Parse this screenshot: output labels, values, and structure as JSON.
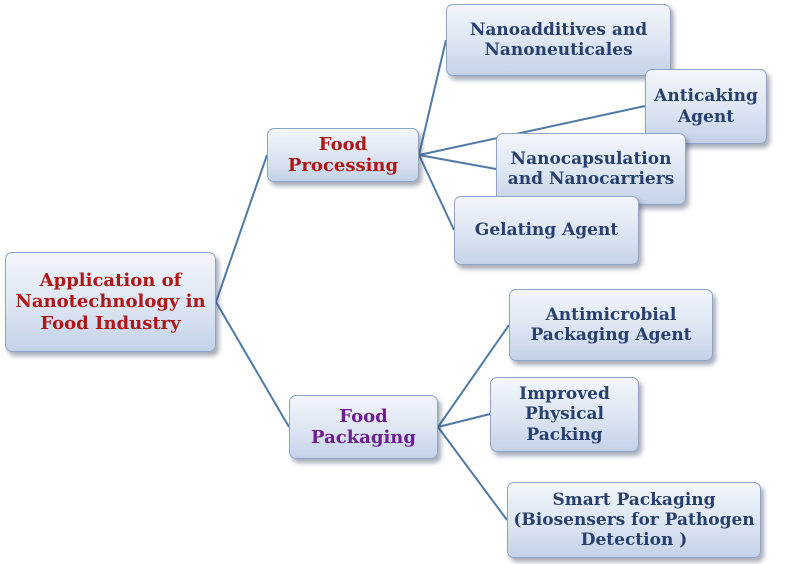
{
  "colors": {
    "line": "#4f7aa6",
    "root_text": "#b01616",
    "processing_text": "#b01616",
    "packaging_text": "#6e1f8f",
    "leaf_text": "#27406e"
  },
  "root": {
    "label": "Application of\nNanotechnology in\nFood Industry"
  },
  "branches": [
    {
      "label": "Food\nProcessing",
      "leaves": [
        {
          "label": "Nanoadditives and\nNanoneuticales"
        },
        {
          "label": "Anticaking\nAgent"
        },
        {
          "label": "Nanocapsulation\nand Nanocarriers"
        },
        {
          "label": "Gelating Agent"
        }
      ]
    },
    {
      "label": "Food\nPackaging",
      "leaves": [
        {
          "label": "Antimicrobial\nPackaging Agent"
        },
        {
          "label": "Improved\nPhysical\nPacking"
        },
        {
          "label": "Smart Packaging\n(Biosensers for Pathogen\nDetection )"
        }
      ]
    }
  ]
}
